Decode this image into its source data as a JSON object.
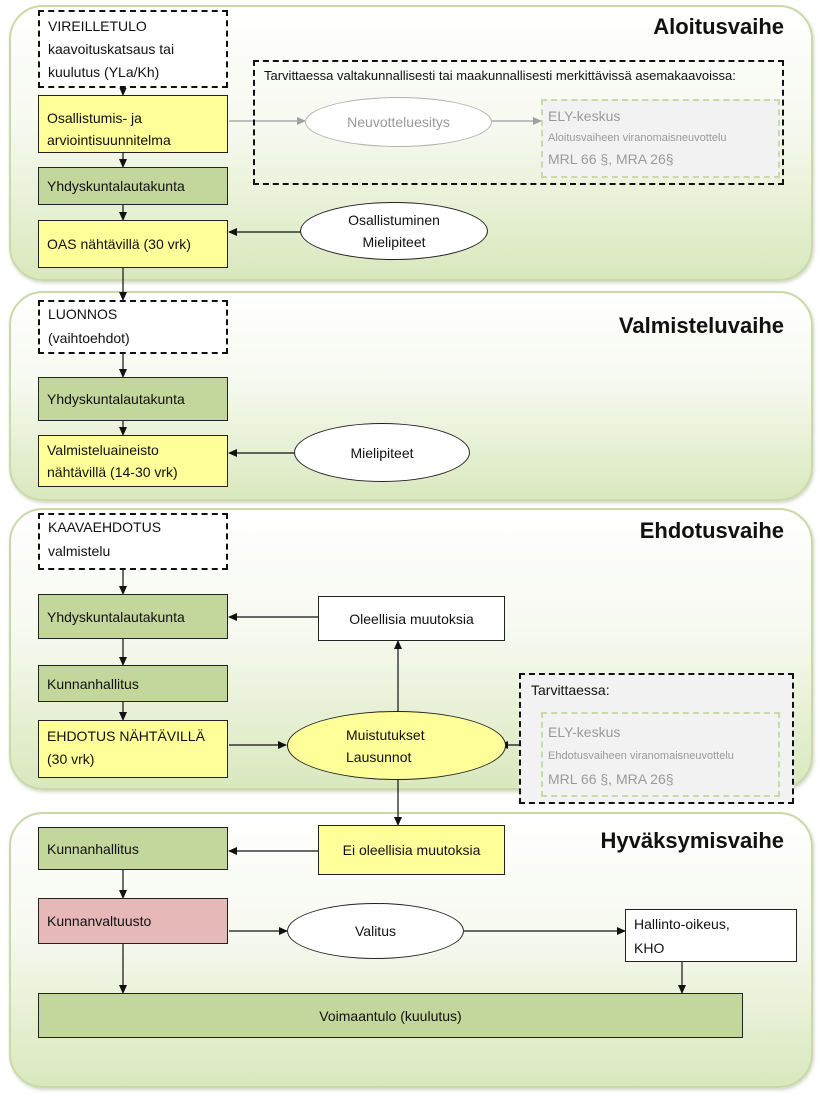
{
  "phases": {
    "aloitus": "Aloitusvaihe",
    "valmistelu": "Valmisteluvaihe",
    "ehdotus": "Ehdotusvaihe",
    "hyvaksyminen": "Hyväksymisvaihe"
  },
  "aloitus": {
    "vireilletulo": [
      "VIREILLETULO",
      "kaavoituskatsaus tai",
      "kuulutus (YLa/Kh)"
    ],
    "oas": [
      "Osallistumis- ja",
      "arviointisuunnitelma"
    ],
    "yhdyskunta": "Yhdyskuntalautakunta",
    "oas_nahtavilla": "OAS nähtävillä (30 vrk)",
    "osallistuminen": [
      "Osallistuminen",
      "Mielipiteet"
    ],
    "tarvittaessa_label": "Tarvittaessa valtakunnallisesti tai maakunnallisesti merkittävissä asemakaavoissa:",
    "neuvottelu": "Neuvotteluesitys",
    "ely_title": "ELY-keskus",
    "ely_sub": "Aloitusvaiheen viranomaisneuvottelu",
    "ely_law": "MRL 66 §, MRA 26§"
  },
  "valmistelu": {
    "luonnos": [
      "LUONNOS",
      "(vaihtoehdot)"
    ],
    "yhdyskunta": "Yhdyskuntalautakunta",
    "aineisto": [
      "Valmisteluaineisto",
      "nähtävillä (14-30 vrk)"
    ],
    "mielipiteet": "Mielipiteet"
  },
  "ehdotus": {
    "kaavaehdotus": [
      "KAAVAEHDOTUS",
      "valmistelu"
    ],
    "yhdyskunta": "Yhdyskuntalautakunta",
    "oleellisia": "Oleellisia muutoksia",
    "kunnanhallitus": "Kunnanhallitus",
    "nahtavilla": [
      "EHDOTUS NÄHTÄVILLÄ",
      "(30 vrk)"
    ],
    "muistutukset": [
      "Muistutukset",
      "Lausunnot"
    ],
    "tarvittaessa_label": "Tarvittaessa:",
    "ely_title": "ELY-keskus",
    "ely_sub": "Ehdotusvaiheen viranomaisneuvottelu",
    "ely_law": "MRL 66 §, MRA 26§"
  },
  "hyvaksyminen": {
    "kunnanhallitus": "Kunnanhallitus",
    "ei_oleellisia": "Ei oleellisia muutoksia",
    "kunnanvaltuusto": "Kunnanvaltuusto",
    "valitus": "Valitus",
    "hallinto": [
      "Hallinto-oikeus,",
      "KHO"
    ],
    "voimaantulo": "Voimaantulo (kuulutus)"
  },
  "colors": {
    "yellow": "#ffff99",
    "green": "#c3d69b",
    "red": "#e6b8b7",
    "phase_border": "#c9d9a8"
  }
}
